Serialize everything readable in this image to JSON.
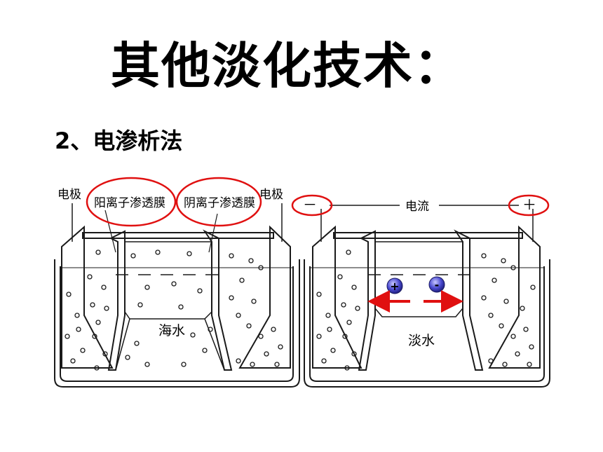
{
  "slide": {
    "title": "其他淡化技术：",
    "subtitle": "2、电渗析法"
  },
  "left_diagram": {
    "electrode_left": "电极",
    "electrode_right": "电极",
    "membrane_1": "阳离子渗透膜",
    "membrane_2": "阴离子渗透膜",
    "water_label": "海水"
  },
  "right_diagram": {
    "minus_sign": "－",
    "plus_sign": "＋",
    "current_label": "电流",
    "water_label": "淡水",
    "cation_symbol": "+",
    "anion_symbol": "-"
  },
  "colors": {
    "highlight_ellipse": "#e01010",
    "arrow": "#e01010",
    "ion_fill": "#5050d0",
    "line": "#1a1a1a"
  }
}
